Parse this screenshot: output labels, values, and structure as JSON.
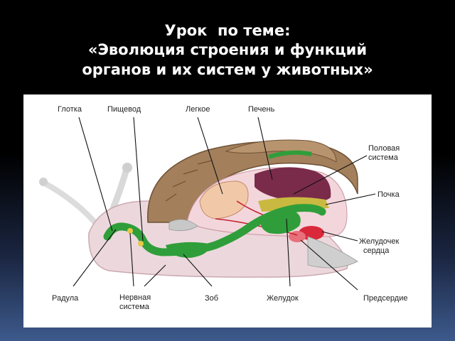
{
  "title": {
    "line1": "Урок  по теме:",
    "line2": "«Эволюция строения и функций",
    "line3": "органов и их систем у животных»"
  },
  "labels": {
    "pharynx": "Глотка",
    "esophagus": "Пищевод",
    "lung": "Легкое",
    "liver": "Печень",
    "reproductive_1": "Половая",
    "reproductive_2": "система",
    "kidney": "Почка",
    "ventricle_1": "Желудочек",
    "ventricle_2": "сердца",
    "radula": "Радула",
    "nervous_1": "Нервная",
    "nervous_2": "система",
    "crop": "Зоб",
    "stomach": "Желудок",
    "atrium": "Предсердие"
  },
  "colors": {
    "background": "#000000",
    "title_text": "#ffffff",
    "shell": "#a0805c",
    "body": "#e8d4d8",
    "digestive": "#2f9e3a",
    "liver": "#7a2b4a",
    "heart": "#d8283a"
  }
}
